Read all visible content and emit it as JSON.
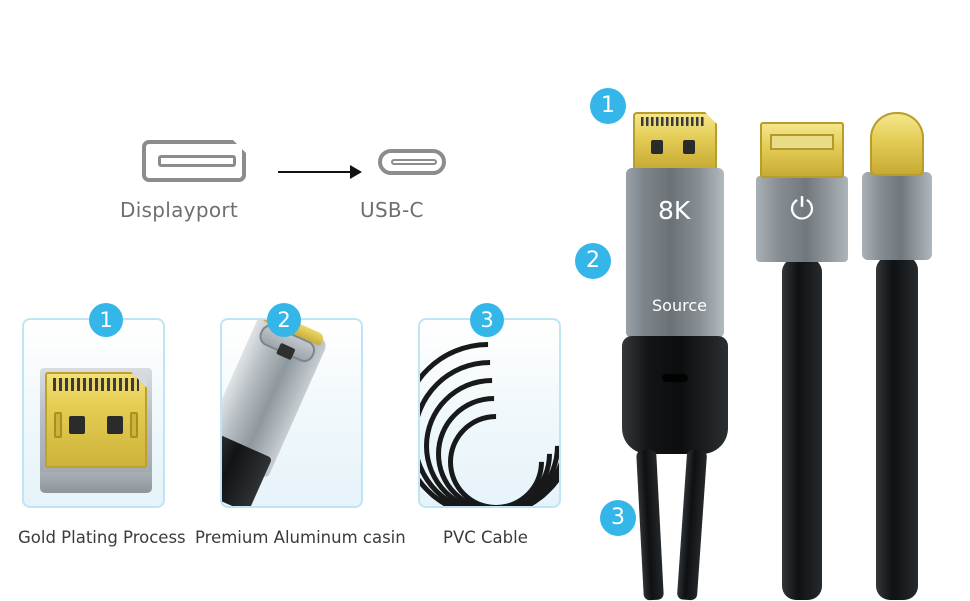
{
  "diagram": {
    "source_label": "Displayport",
    "target_label": "USB-C",
    "source_icon": "displayport-port-icon",
    "arrow_icon": "right-arrow-icon",
    "target_icon": "usb-c-port-icon",
    "label_color": "#6f6f6f"
  },
  "features": [
    {
      "number": "1",
      "caption": "Gold Plating Process",
      "art": "gold-dp-connector-face"
    },
    {
      "number": "2",
      "caption": "Premium Aluminum casin",
      "art": "aluminum-usb-c-shell"
    },
    {
      "number": "3",
      "caption": "PVC Cable",
      "art": "coiled-pvc-cable"
    }
  ],
  "hero": {
    "callouts": [
      {
        "number": "1",
        "target": "gold-plated-displayport-head"
      },
      {
        "number": "2",
        "target": "aluminum-housing"
      },
      {
        "number": "3",
        "target": "pvc-cable-branches"
      }
    ],
    "connector_texts": {
      "resolution": "8K",
      "direction": "Source"
    },
    "usb_logo_glyph": "⏻",
    "connectors": [
      {
        "name": "displayport-source-connector"
      },
      {
        "name": "usb-a-power-connector"
      },
      {
        "name": "usb-c-connector"
      }
    ]
  },
  "colors": {
    "accent": "#35b6e8",
    "card_border": "#bfe4f4",
    "gold": "#e3cc55",
    "metal": "#8a9298",
    "cable_black": "#121416",
    "caption": "#3b3b3b",
    "background": "#ffffff"
  }
}
